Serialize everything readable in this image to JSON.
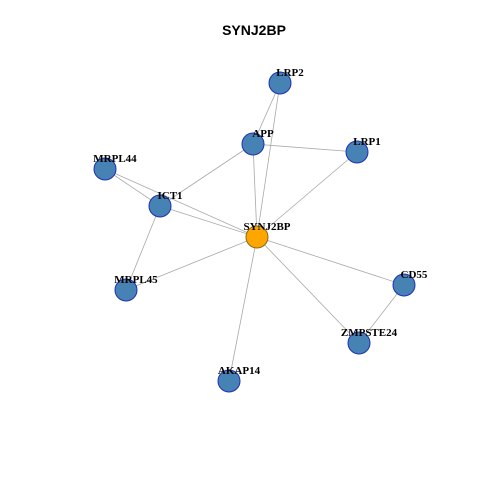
{
  "title": "SYNJ2BP",
  "colors": {
    "node_fill": "#4682b4",
    "node_stroke": "#1f2fb4",
    "center_fill": "#ffa500",
    "center_stroke": "#8b6a14",
    "edge": "#a8a8a8"
  },
  "nodes": [
    {
      "id": "SYNJ2BP",
      "label": "SYNJ2BP",
      "center": true
    },
    {
      "id": "LRP2",
      "label": "LRP2"
    },
    {
      "id": "APP",
      "label": "APP"
    },
    {
      "id": "LRP1",
      "label": "LRP1"
    },
    {
      "id": "MRPL44",
      "label": "MRPL44"
    },
    {
      "id": "ICT1",
      "label": "ICT1"
    },
    {
      "id": "MRPL45",
      "label": "MRPL45"
    },
    {
      "id": "CD55",
      "label": "CD55"
    },
    {
      "id": "ZMPSTE24",
      "label": "ZMPSTE24"
    },
    {
      "id": "AKAP14",
      "label": "AKAP14"
    }
  ],
  "edges": [
    [
      "SYNJ2BP",
      "LRP2"
    ],
    [
      "SYNJ2BP",
      "APP"
    ],
    [
      "SYNJ2BP",
      "LRP1"
    ],
    [
      "SYNJ2BP",
      "ICT1"
    ],
    [
      "SYNJ2BP",
      "MRPL44"
    ],
    [
      "SYNJ2BP",
      "MRPL45"
    ],
    [
      "SYNJ2BP",
      "CD55"
    ],
    [
      "SYNJ2BP",
      "ZMPSTE24"
    ],
    [
      "SYNJ2BP",
      "AKAP14"
    ],
    [
      "LRP2",
      "APP"
    ],
    [
      "APP",
      "LRP1"
    ],
    [
      "APP",
      "ICT1"
    ],
    [
      "ICT1",
      "MRPL44"
    ],
    [
      "ICT1",
      "MRPL45"
    ],
    [
      "CD55",
      "ZMPSTE24"
    ]
  ]
}
